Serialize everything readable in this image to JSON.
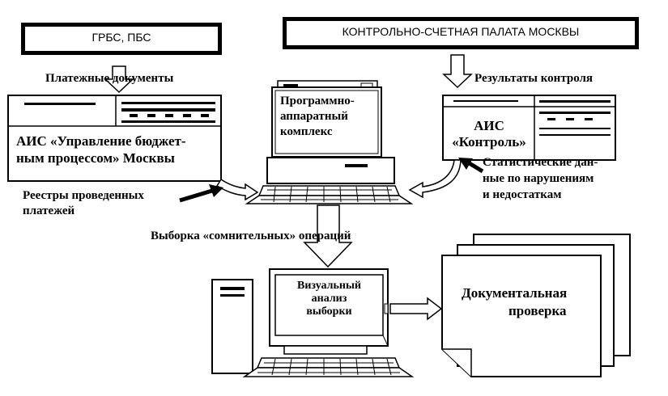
{
  "sources": {
    "grbs": "ГРБС, ПБС",
    "kspm": "КОНТРОЛЬНО-СЧЕТНАЯ ПАЛАТА МОСКВЫ"
  },
  "labels": {
    "payment_docs": "Платежные документы",
    "control_results": "Результаты контроля",
    "registries_line1": "Реестры проведенных",
    "registries_line2": "платежей",
    "statistics_line1": "Статистические дан-",
    "statistics_line2": "ные по нарушениям",
    "statistics_line3": "и недостаткам",
    "sample": "Выборка «сомнительных» операций"
  },
  "systems": {
    "ais_budget_line1": "АИС «Управление бюджет-",
    "ais_budget_line2": "ным процессом» Москвы",
    "ais_control_line1": "АИС",
    "ais_control_line2": "«Контроль»"
  },
  "computers": {
    "pak_line1": "Программно-",
    "pak_line2": "аппаратный",
    "pak_line3": "комплекс",
    "visual_line1": "Визуальный",
    "visual_line2": "анализ",
    "visual_line3": "выборки"
  },
  "documents": {
    "check_line1": "Документальная",
    "check_line2": "проверка"
  }
}
